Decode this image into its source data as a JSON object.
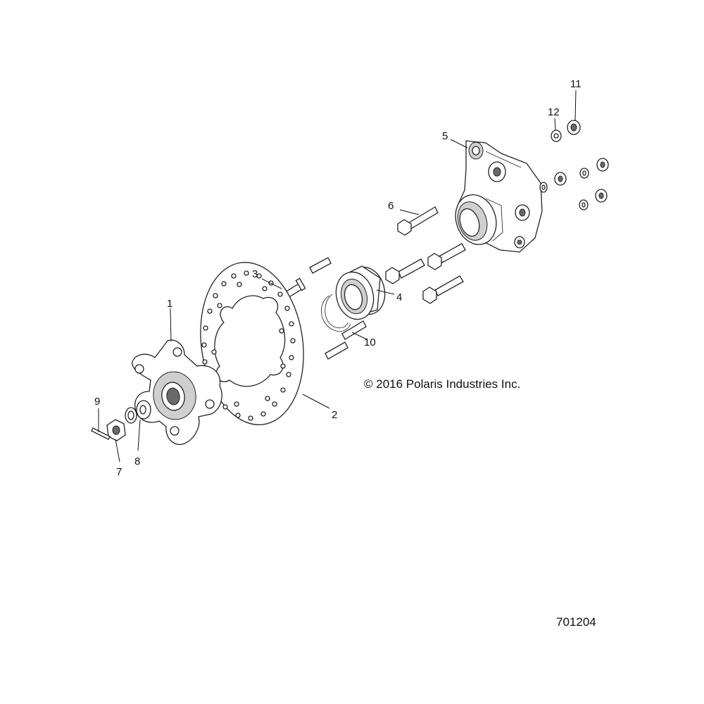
{
  "copyright": "© 2016 Polaris Industries Inc.",
  "figure_number": "701204",
  "callouts": [
    {
      "id": "c1",
      "text": "1"
    },
    {
      "id": "c2",
      "text": "2"
    },
    {
      "id": "c3",
      "text": "3"
    },
    {
      "id": "c4",
      "text": "4"
    },
    {
      "id": "c5",
      "text": "5"
    },
    {
      "id": "c6",
      "text": "6"
    },
    {
      "id": "c7",
      "text": "7"
    },
    {
      "id": "c8",
      "text": "8"
    },
    {
      "id": "c9",
      "text": "9"
    },
    {
      "id": "c10",
      "text": "10"
    },
    {
      "id": "c11",
      "text": "11"
    },
    {
      "id": "c12",
      "text": "12"
    }
  ]
}
